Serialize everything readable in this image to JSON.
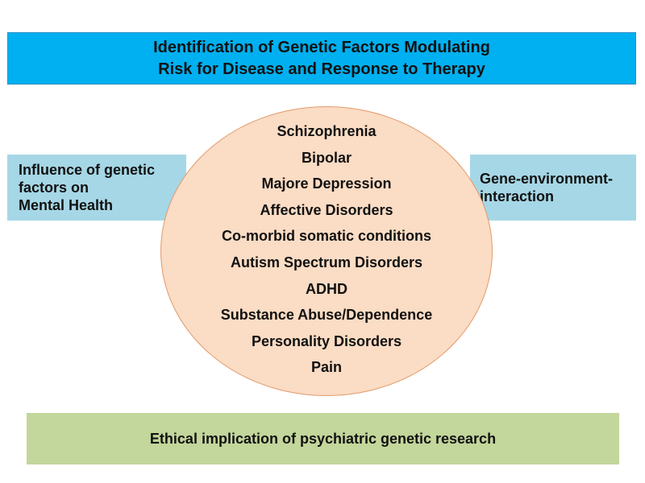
{
  "top_banner": {
    "line1": "Identification of Genetic Factors Modulating",
    "line2": "Risk for Disease and Response to Therapy"
  },
  "left_box": {
    "line1": "Influence of genetic",
    "line2": "factors on",
    "line3": "Mental Health"
  },
  "right_box": {
    "line1": "Gene-environment-",
    "line2": "interaction"
  },
  "circle": {
    "items": [
      "Schizophrenia",
      "Bipolar",
      "Majore Depression",
      "Affective Disorders",
      "Co-morbid somatic conditions",
      "Autism Spectrum Disorders",
      "ADHD",
      "Substance Abuse/Dependence",
      "Personality Disorders",
      "Pain"
    ]
  },
  "bottom_banner": {
    "label": "Ethical implication of psychiatric genetic research"
  },
  "colors": {
    "top_banner": "#00b0f0",
    "side_boxes": "#a6d7e6",
    "circle_fill": "#fbdcc4",
    "circle_border": "#e19a6a",
    "bottom_banner": "#c3d69b"
  }
}
